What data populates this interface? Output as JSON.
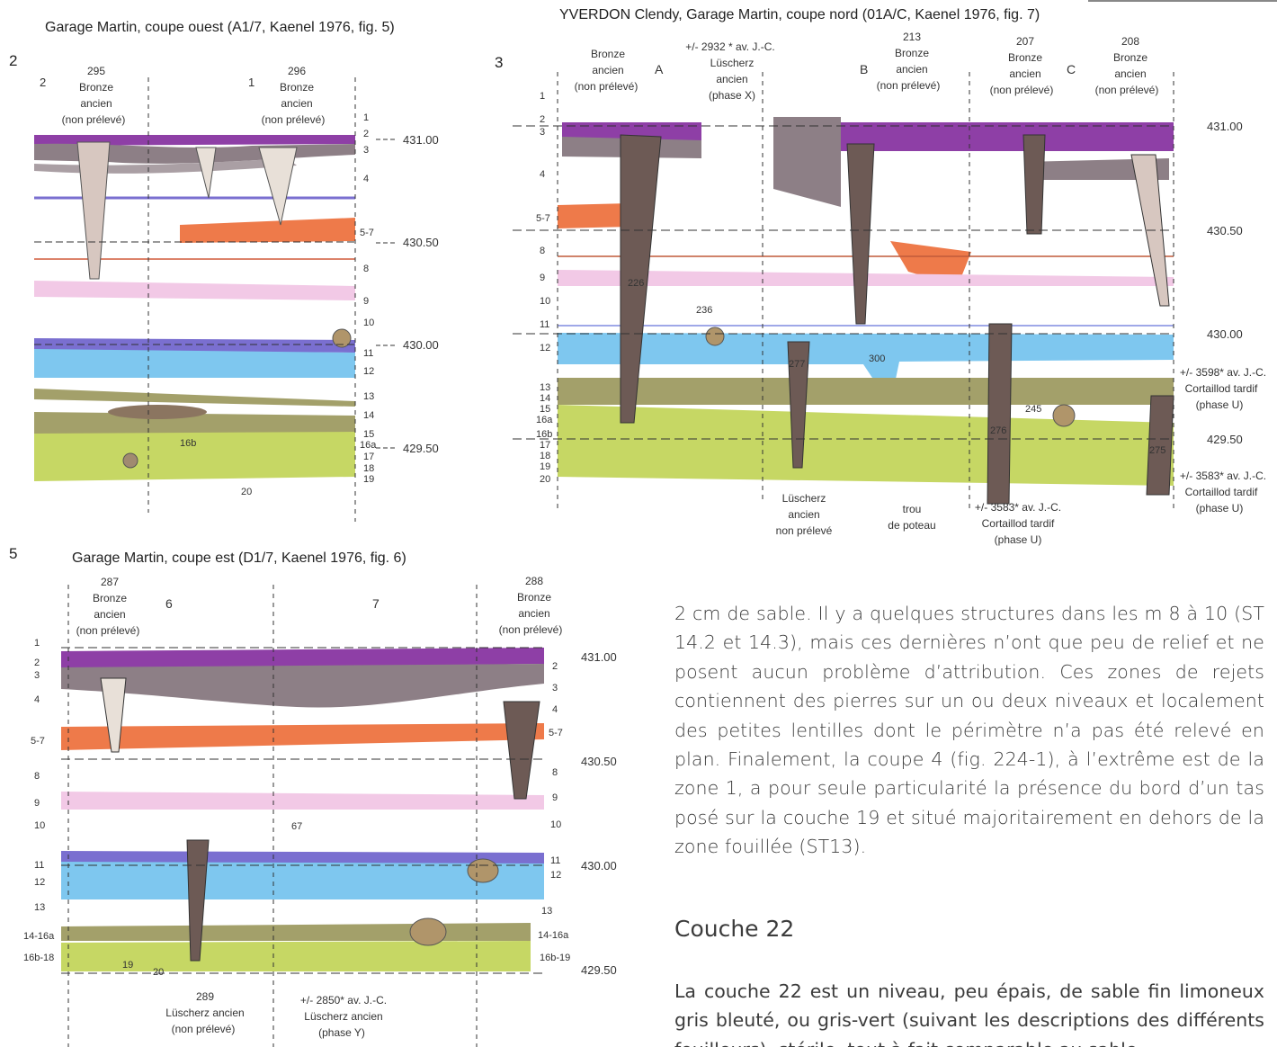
{
  "panel_a": {
    "title": "Garage Martin, coupe ouest (A1/7, Kaenel 1976, fig. 5)",
    "fig_number": "2",
    "sectors": [
      "2",
      "1"
    ],
    "samples": [
      {
        "id": "295",
        "lines": [
          "Bronze",
          "ancien",
          "(non prélevé)"
        ]
      },
      {
        "id": "296",
        "lines": [
          "Bronze",
          "ancien",
          "(non prélevé)"
        ]
      }
    ],
    "layer_labels": [
      "1",
      "2",
      "3",
      "4",
      "5-7",
      "8",
      "9",
      "10",
      "11",
      "12",
      "13",
      "14",
      "15",
      "16a",
      "17",
      "18",
      "19",
      "16b",
      "20"
    ],
    "elevations": [
      "431.00",
      "430.50",
      "430.00",
      "429.50"
    ]
  },
  "panel_b": {
    "title": "YVERDON Clendy, Garage Martin, coupe nord (01A/C, Kaenel 1976, fig. 7)",
    "fig_number": "3",
    "sectors": [
      "A",
      "B",
      "C"
    ],
    "samples_top": [
      {
        "id": "",
        "lines": [
          "Bronze",
          "ancien",
          "(non prélevé)"
        ]
      },
      {
        "id": "",
        "lines": [
          "+/- 2932 * av. J.-C.",
          "Lüscherz",
          "ancien",
          "(phase X)"
        ]
      },
      {
        "id": "213",
        "lines": [
          "Bronze",
          "ancien",
          "(non prélevé)"
        ]
      },
      {
        "id": "207",
        "lines": [
          "Bronze",
          "ancien",
          "(non prélevé)"
        ]
      },
      {
        "id": "208",
        "lines": [
          "Bronze",
          "ancien",
          "(non prélevé)"
        ]
      }
    ],
    "feature_ids": [
      "226",
      "236",
      "277",
      "300",
      "276",
      "245",
      "275"
    ],
    "left_layers": [
      "1",
      "2",
      "3",
      "4",
      "5-7",
      "8",
      "9",
      "10",
      "11",
      "12",
      "13",
      "14",
      "15",
      "16a",
      "16b",
      "17",
      "18",
      "19",
      "20"
    ],
    "elevations": [
      "431.00",
      "430.50",
      "430.00",
      "429.50"
    ],
    "right_notes": [
      {
        "lines": [
          "+/- 3598* av. J.-C.",
          "Cortaillod tardif",
          "(phase U)"
        ]
      },
      {
        "lines": [
          "+/- 3583* av. J.-C.",
          "Cortaillod tardif",
          "(phase U)"
        ]
      }
    ],
    "bottom_notes": [
      {
        "lines": [
          "Lüscherz",
          "ancien",
          "non prélevé"
        ]
      },
      {
        "lines": [
          "trou",
          "de poteau"
        ]
      },
      {
        "lines": [
          "+/- 3583* av. J.-C.",
          "Cortaillod tardif",
          "(phase U)"
        ]
      }
    ]
  },
  "panel_c": {
    "title": "Garage Martin, coupe est (D1/7, Kaenel 1976, fig. 6)",
    "fig_number": "5",
    "sectors": [
      "6",
      "7"
    ],
    "samples_top": [
      {
        "id": "287",
        "lines": [
          "Bronze",
          "ancien",
          "(non prélevé)"
        ]
      },
      {
        "id": "288",
        "lines": [
          "Bronze",
          "ancien",
          "(non prélevé)"
        ]
      }
    ],
    "left_layers": [
      "1",
      "2",
      "3",
      "4",
      "5-7",
      "8",
      "9",
      "10",
      "11",
      "12",
      "13",
      "14-16a",
      "16b-18"
    ],
    "right_layers": [
      "2",
      "3",
      "4",
      "5-7",
      "8",
      "9",
      "10",
      "11",
      "12",
      "13",
      "14-16a",
      "16b-19"
    ],
    "inner_labels": [
      "19",
      "20",
      "67"
    ],
    "elevations": [
      "431.00",
      "430.50",
      "430.00",
      "429.50"
    ],
    "bottom_notes": [
      {
        "id": "289",
        "lines": [
          "Lüscherz ancien",
          "(non prélevé)"
        ]
      },
      {
        "id": "",
        "lines": [
          "+/- 2850* av. J.-C.",
          "Lüscherz ancien",
          "(phase Y)"
        ]
      }
    ]
  },
  "text": {
    "paragraph": "2 cm de sable. Il y a quelques structures dans les m 8 à 10 (ST 14.2 et 14.3), mais ces dernières n’ont que peu de relief et ne posent aucun problème d’attribution. Ces zones de rejets contiennent des pierres sur un ou deux niveaux et localement des petites lentilles dont le périmètre n’a pas été relevé en plan. Finalement, la coupe 4 (fig. 224-1), à l’extrême est de la zone 1, a pour seule particularité la présence du bord d’un tas posé sur la couche 19 et situé majoritairement en dehors de la zone fouillée (ST13).",
    "heading": "Couche 22",
    "paragraph2": "La couche 22 est un niveau, peu épais, de sable fin limoneux gris bleuté, ou gris-vert (suivant les descriptions des différents fouilleurs), stérile, tout à fait comparable au sable"
  },
  "colors": {
    "purple": "#8e3fa6",
    "taupe": "#8d7f86",
    "orange": "#ee7a4a",
    "pink": "#f2c9e6",
    "blue": "#7ec7ef",
    "violet_line": "#7a6fd0",
    "olive": "#a3a06a",
    "yellowgreen": "#c6d764",
    "wood": "#6d5a55"
  }
}
